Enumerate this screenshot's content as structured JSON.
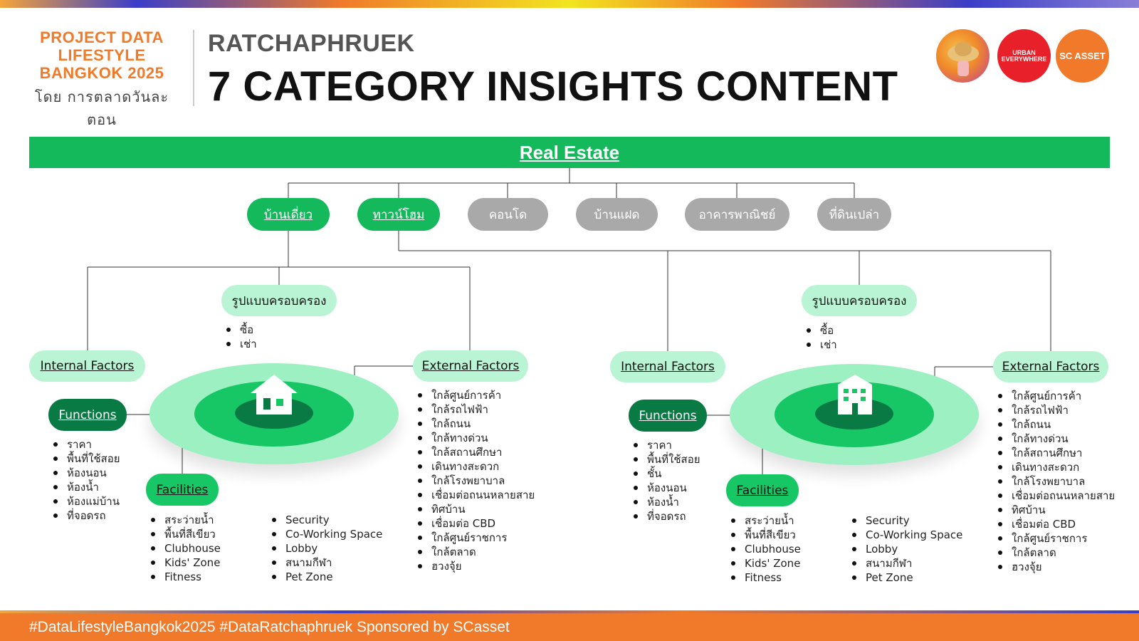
{
  "header": {
    "brand_line1": "PROJECT DATA",
    "brand_line2": "LIFESTYLE",
    "brand_line3": "BANGKOK 2025",
    "brand_sub": "โดย การตลาดวันละตอน",
    "subtitle": "RATCHAPHRUEK",
    "title": "7 CATEGORY INSIGHTS CONTENT",
    "logos": [
      {
        "name": "person-hat-logo"
      },
      {
        "label": "URBAN EVERYWHERE"
      },
      {
        "label": "SC ASSET"
      }
    ]
  },
  "root": {
    "label": "Real Estate"
  },
  "categories": [
    {
      "label": "บ้านเดี่ยว",
      "active": true
    },
    {
      "label": "ทาวน์โฮม",
      "active": true
    },
    {
      "label": "คอนโด",
      "active": false
    },
    {
      "label": "บ้านแฝด",
      "active": false
    },
    {
      "label": "อาคารพาณิชย์",
      "active": false
    },
    {
      "label": "ที่ดินเปล่า",
      "active": false
    }
  ],
  "panels": [
    {
      "icon": "house-icon",
      "ownership": {
        "label": "รูปแบบครอบครอง",
        "items": [
          "ซื้อ",
          "เช่า"
        ]
      },
      "internal": "Internal Factors",
      "external": {
        "label": "External Factors",
        "items": [
          "ใกล้ศูนย์การค้า",
          "ใกล้รถไฟฟ้า",
          "ใกล้ถนน",
          "ใกล้ทางด่วน",
          "ใกล้สถานศึกษา",
          "เดินทางสะดวก",
          "ใกล้โรงพยาบาล",
          "เชื่อมต่อถนนหลายสาย",
          "ทิศบ้าน",
          "เชื่อมต่อ CBD",
          "ใกล้ศูนย์ราชการ",
          "ใกล้ตลาด",
          "ฮวงจุ้ย"
        ]
      },
      "functions": {
        "label": "Functions",
        "items": [
          "ราคา",
          "พื้นที่ใช้สอย",
          "ห้องนอน",
          "ห้องน้ำ",
          "ห้องแม่บ้าน",
          "ที่จอดรถ"
        ]
      },
      "facilities": {
        "label": "Facilities",
        "col1": [
          "สระว่ายน้ำ",
          "พื้นที่สีเขียว",
          "Clubhouse",
          "Kids' Zone",
          "Fitness"
        ],
        "col2": [
          "Security",
          "Co-Working Space",
          "Lobby",
          "สนามกีฬา",
          "Pet Zone"
        ]
      }
    },
    {
      "icon": "townhouse-icon",
      "ownership": {
        "label": "รูปแบบครอบครอง",
        "items": [
          "ซื้อ",
          "เช่า"
        ]
      },
      "internal": "Internal Factors",
      "external": {
        "label": "External Factors",
        "items": [
          "ใกล้ศูนย์การค้า",
          "ใกล้รถไฟฟ้า",
          "ใกล้ถนน",
          "ใกล้ทางด่วน",
          "ใกล้สถานศึกษา",
          "เดินทางสะดวก",
          "ใกล้โรงพยาบาล",
          "เชื่อมต่อถนนหลายสาย",
          "ทิศบ้าน",
          "เชื่อมต่อ CBD",
          "ใกล้ศูนย์ราชการ",
          "ใกล้ตลาด",
          "ฮวงจุ้ย"
        ]
      },
      "functions": {
        "label": "Functions",
        "items": [
          "ราคา",
          "พื้นที่ใช้สอย",
          "ชั้น",
          "ห้องนอน",
          "ห้องน้ำ",
          "ที่จอดรถ"
        ]
      },
      "facilities": {
        "label": "Facilities",
        "col1": [
          "สระว่ายน้ำ",
          "พื้นที่สีเขียว",
          "Clubhouse",
          "Kids' Zone",
          "Fitness"
        ],
        "col2": [
          "Security",
          "Co-Working Space",
          "Lobby",
          "สนามกีฬา",
          "Pet Zone"
        ]
      }
    }
  ],
  "footer": {
    "text": "#DataLifestyleBangkok2025 #DataRatchaphruek Sponsored by SCasset"
  },
  "colors": {
    "green": "#13b95b",
    "dark_green": "#0a7a45",
    "light_green": "#b9f5d5",
    "gray": "#a9a9a9",
    "orange": "#f07a2a"
  }
}
